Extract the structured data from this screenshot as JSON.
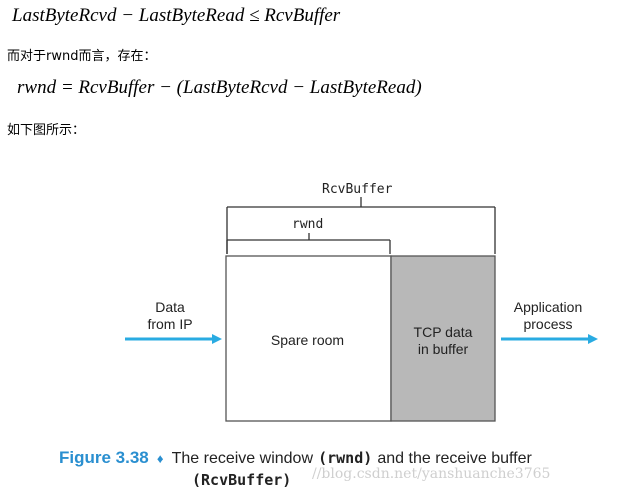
{
  "formula1": "LastByteRcvd − LastByteRead ≤ RcvBuffer",
  "text1": "而对于rwnd而言，存在：",
  "formula2": "rwnd = RcvBuffer − (LastByteRcvd − LastByteRead)",
  "text2": "如下图所示：",
  "figure": {
    "rcvbuffer_label": "RcvBuffer",
    "rwnd_label": "rwnd",
    "data_from_ip": [
      "Data",
      "from IP"
    ],
    "spare_room": "Spare room",
    "tcp_data": [
      "TCP data",
      "in buffer"
    ],
    "application": [
      "Application",
      "process"
    ],
    "caption_fig": "Figure 3.38",
    "caption_diamond": "♦",
    "caption_p1": "The receive window",
    "caption_rwnd": "(rwnd)",
    "caption_p2": "and the receive buffer",
    "caption_rcvbuffer": "(RcvBuffer)"
  },
  "watermark": "//blog.csdn.net/yanshuanche3765",
  "colors": {
    "arrow": "#29abe2",
    "buffer_fill": "#b8b8b8",
    "caption_blue": "#2a8fd0"
  }
}
